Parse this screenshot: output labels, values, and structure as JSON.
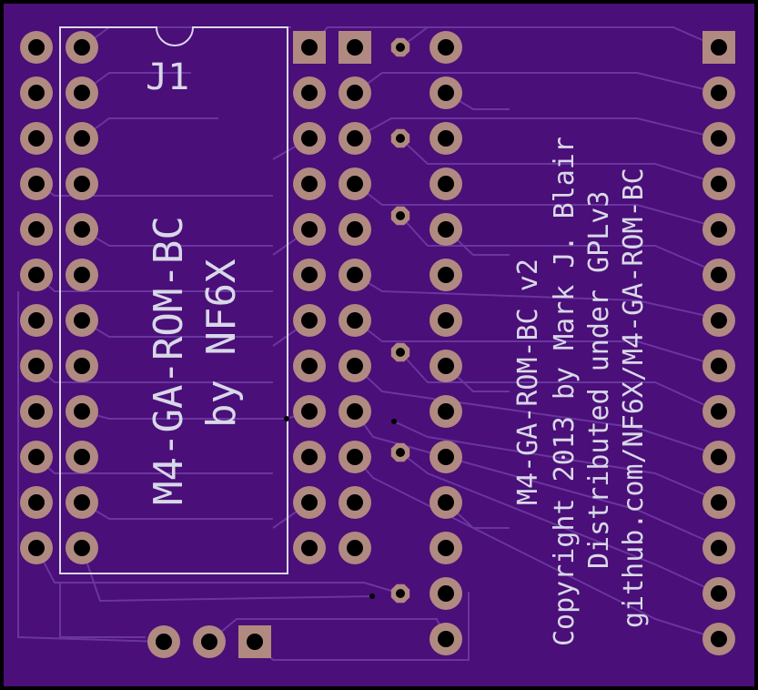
{
  "colors": {
    "board": "#4a0f78",
    "trace": "#6a35a0",
    "pad": "#b08a80",
    "hole": "#000000",
    "silkscreen": "#d8d8e8",
    "edge": "#000000"
  },
  "silkscreen": {
    "ref_designator": "J1",
    "title": "M4-GA-ROM-BC",
    "byline": "by NF6X",
    "notice": {
      "line1": "M4-GA-ROM-BC v2",
      "line2": "Copyright 2013 by Mark J. Blair",
      "line3": "Distributed under GPLv3",
      "line4": "github.com/NF6X/M4-GA-ROM-BC"
    }
  }
}
